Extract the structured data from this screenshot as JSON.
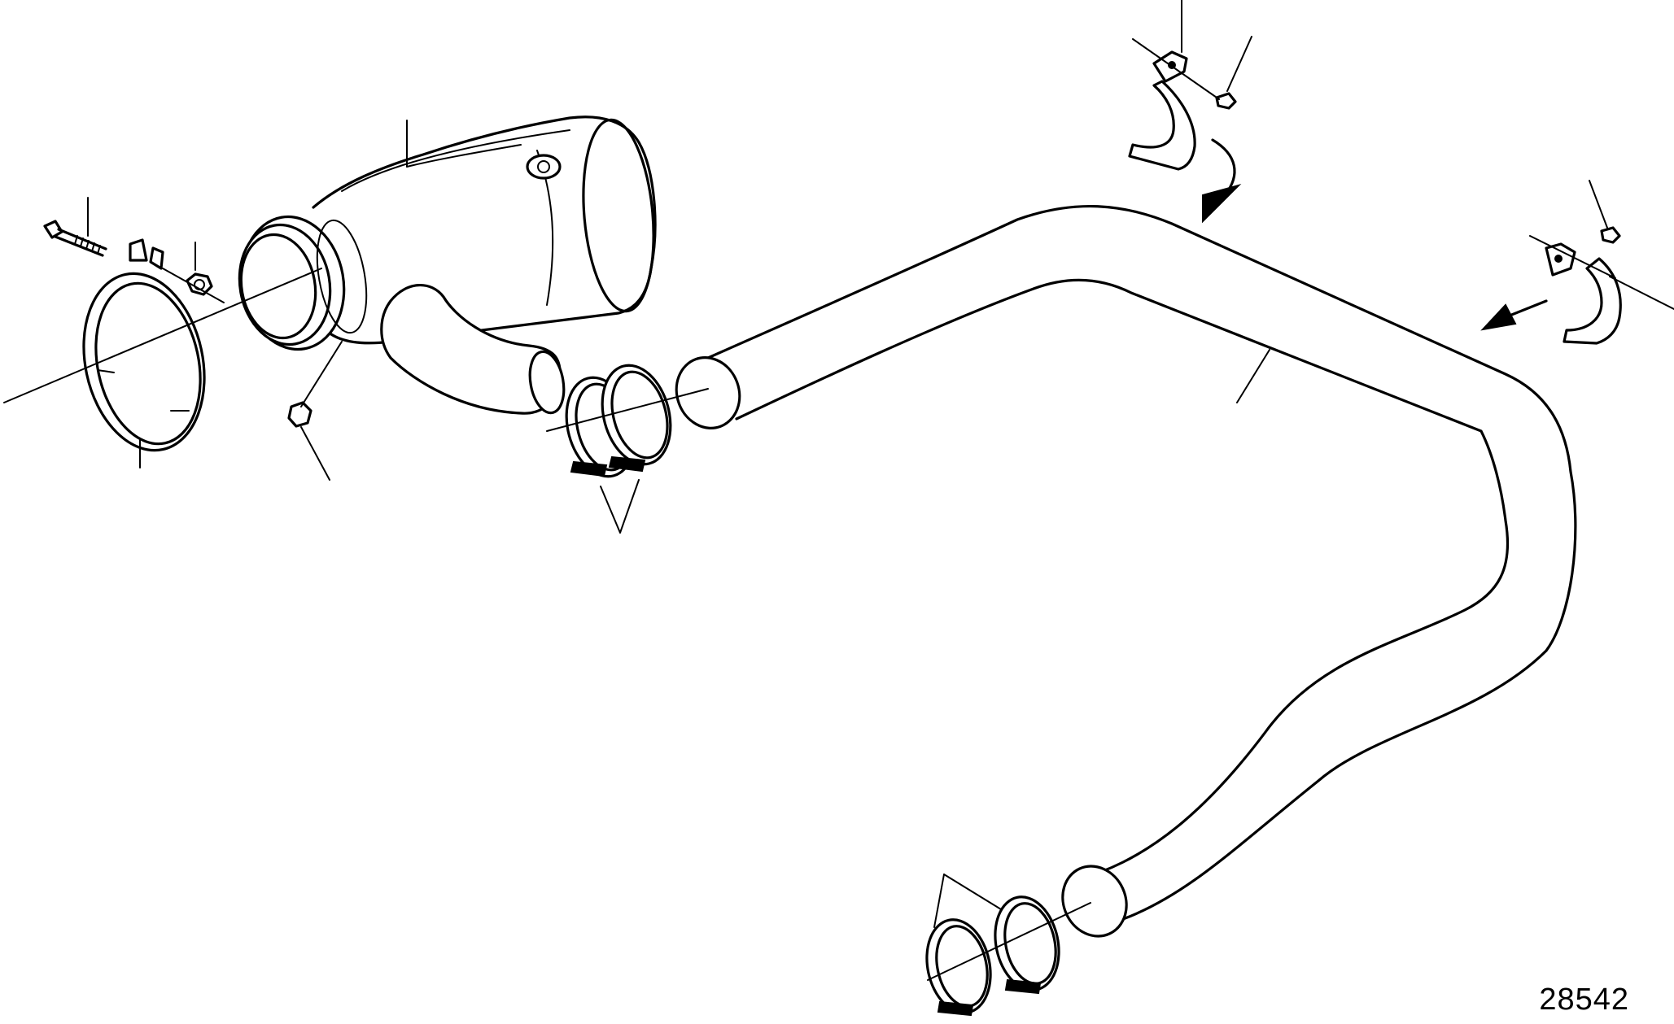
{
  "figure": {
    "number": "28542",
    "colors": {
      "line": "#000000",
      "background": "#ffffff"
    }
  },
  "parts": [
    {
      "name": "clamp-bolt"
    },
    {
      "name": "v-band-clamp"
    },
    {
      "name": "clamp-nut"
    },
    {
      "name": "exhaust-outlet-housing"
    },
    {
      "name": "drain-plug"
    },
    {
      "name": "hose-clamp-pair-upper"
    },
    {
      "name": "exhaust-pipe"
    },
    {
      "name": "hose-clamp-pair-lower"
    },
    {
      "name": "pipe-bracket-upper"
    },
    {
      "name": "pipe-bracket-right"
    }
  ]
}
